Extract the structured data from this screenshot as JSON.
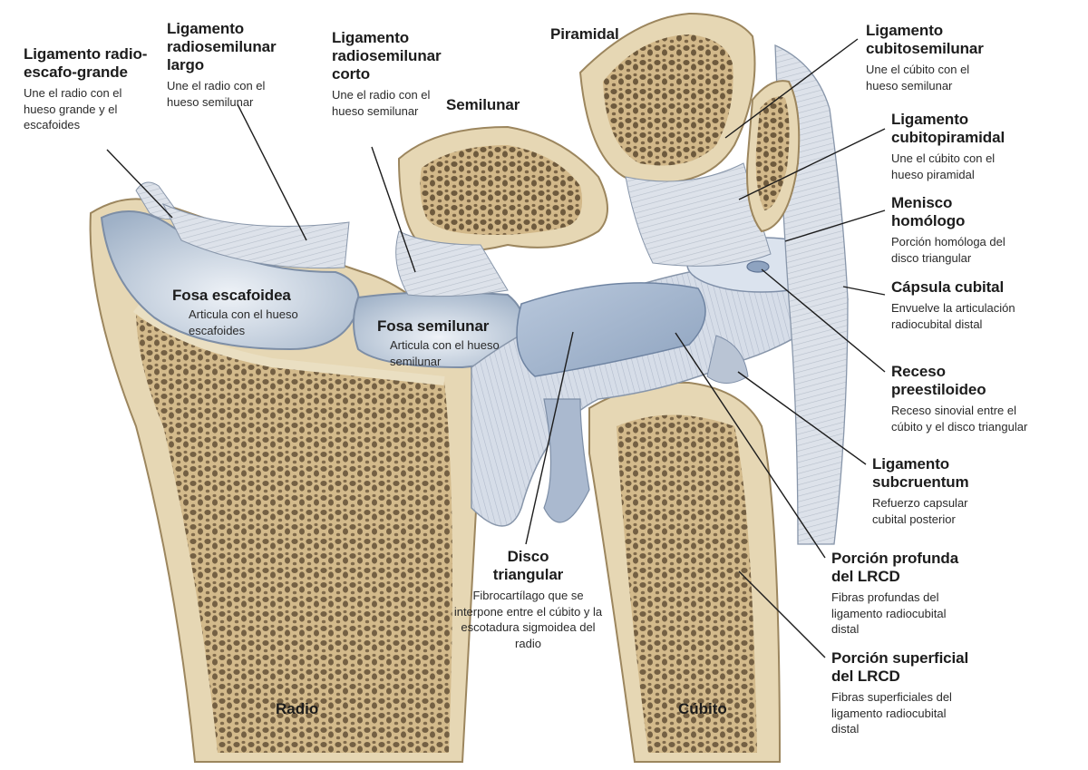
{
  "labels": {
    "radio_escafo_grande": {
      "title": "Ligamento radio-escafo-grande",
      "desc": "Une el radio con el hueso grande y el escafoides"
    },
    "radiosemilunar_largo": {
      "title": "Ligamento radiosemilunar largo",
      "desc": "Une el radio con el hueso semilunar"
    },
    "radiosemilunar_corto": {
      "title": "Ligamento radiosemilunar corto",
      "desc": "Une el radio con el hueso semilunar"
    },
    "semilunar": {
      "title": "Semilunar"
    },
    "piramidal": {
      "title": "Piramidal"
    },
    "cubitosemilunar": {
      "title": "Ligamento cubitosemilunar",
      "desc": "Une el cúbito con el hueso semilunar"
    },
    "cubitopiramidal": {
      "title": "Ligamento cubitopiramidal",
      "desc": "Une el cúbito con el hueso piramidal"
    },
    "menisco": {
      "title": "Menisco homólogo",
      "desc": "Porción homóloga del disco triangular"
    },
    "capsula": {
      "title": "Cápsula cubital",
      "desc": "Envuelve la articulación radiocubital distal"
    },
    "receso": {
      "title": "Receso preestiloideo",
      "desc": "Receso sinovial entre el cúbito y el disco triangular"
    },
    "subcruentum": {
      "title": "Ligamento subcruentum",
      "desc": "Refuerzo capsular cubital posterior"
    },
    "profunda": {
      "title": "Porción profunda del LRCD",
      "desc": "Fibras profundas del ligamento radiocubital distal"
    },
    "superficial": {
      "title": "Porción superficial del LRCD",
      "desc": "Fibras superficiales del ligamento radiocubital distal"
    },
    "disco": {
      "title": "Disco triangular",
      "desc": "Fibrocartílago que se interpone entre el cúbito y la escotadura sigmoidea del radio"
    },
    "fosa_escafoidea": {
      "title": "Fosa escafoidea",
      "desc": "Articula con el hueso escafoides"
    },
    "fosa_semilunar": {
      "title": "Fosa semilunar",
      "desc": "Articula con el hueso semilunar"
    },
    "radio": {
      "title": "Radio"
    },
    "cubito": {
      "title": "Cúbito"
    }
  },
  "colors": {
    "bone": "#e6d7b4",
    "cortex": "#d7c497",
    "cartilage": "#c9d4e3",
    "ligament": "#dde2ea",
    "text": "#1c1c1c"
  }
}
